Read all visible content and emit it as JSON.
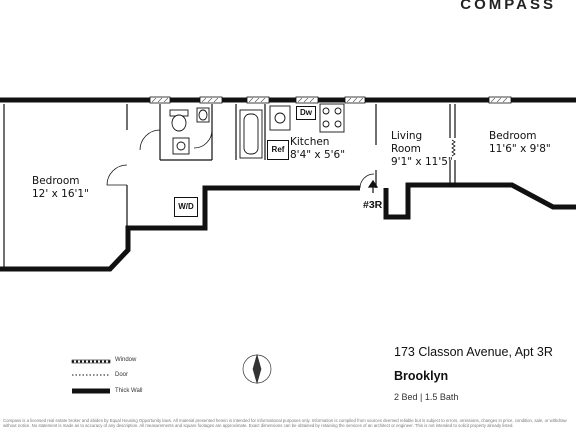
{
  "brand": "COMPASS",
  "rooms": {
    "bedroom_left": {
      "name": "Bedroom",
      "dims": "12' x 16'1\""
    },
    "kitchen": {
      "name": "Kitchen",
      "dims": "8'4\" x 5'6\""
    },
    "living": {
      "name1": "Living",
      "name2": "Room",
      "dims": "9'1\" x 11'5\""
    },
    "bedroom_right": {
      "name": "Bedroom",
      "dims": "11'6\" x 9'8\""
    }
  },
  "fixtures": {
    "wd": "W/D",
    "dw": "Dw",
    "ref": "Ref"
  },
  "unit_label": "#3R",
  "legend": {
    "window": "Window",
    "door": "Door",
    "thick_wall": "Thick Wall"
  },
  "listing": {
    "address": "173 Classon Avenue, Apt 3R",
    "city": "Brooklyn",
    "beds_baths": "2 Bed | 1.5 Bath"
  },
  "footer": "Compass is a licensed real estate broker and abides by Equal Housing Opportunity laws. All material presented herein is intended for informational purposes only. Information is compiled from sources deemed reliable but is subject to errors, omissions, changes in price, condition, sale, or withdraw without notice. No statement is made as to accuracy of any description. All measurements and square footages are approximate. Exact dimensions can be obtained by retaining the services of an architect or engineer. This is not intended to solicit property already listed."
}
